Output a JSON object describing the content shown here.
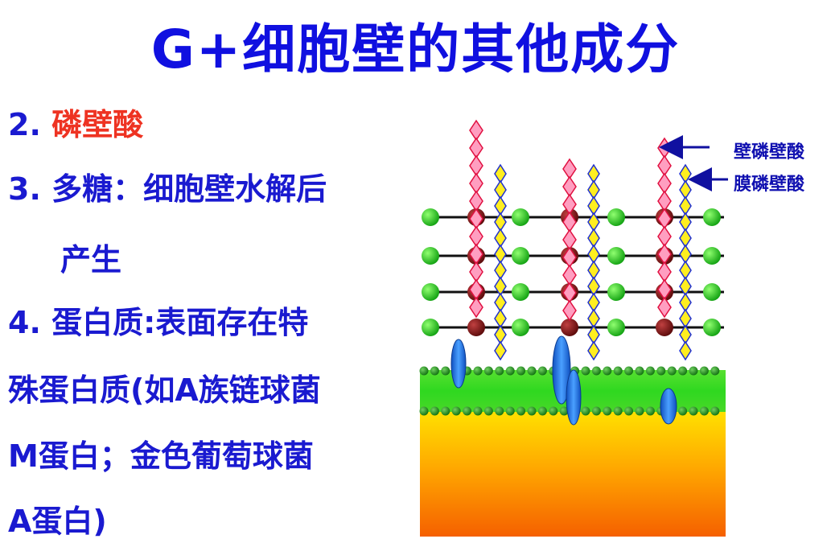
{
  "title": "G+细胞壁的其他成分",
  "items": [
    {
      "num": "2.",
      "text": "磷壁酸"
    },
    {
      "num": "3.",
      "text": "多糖：细胞壁水解后"
    },
    {
      "text": "产生"
    },
    {
      "num": "4.",
      "text": "蛋白质:表面存在特"
    },
    {
      "text": "殊蛋白质(如A族链球菌"
    },
    {
      "text": "M蛋白；金色葡萄球菌"
    },
    {
      "text": "A蛋白)"
    }
  ],
  "diagram": {
    "labels": {
      "wall_teichoic": "壁磷壁酸",
      "lipo_teichoic": "膜磷壁酸"
    }
  },
  "colors": {
    "title": "#1010e0",
    "text": "#1a1ad0",
    "highlight": "#ee3322"
  }
}
